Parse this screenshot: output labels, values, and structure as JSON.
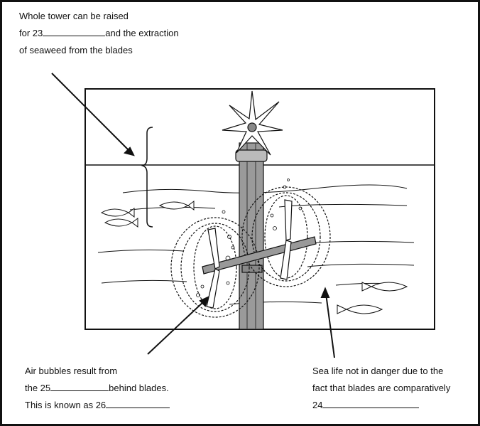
{
  "labels": {
    "top": {
      "line1": "Whole tower can be raised",
      "line2_prefix": "for 23",
      "line2_suffix": "and the extraction",
      "line3": "of seaweed from the blades"
    },
    "bottom_left": {
      "line1": "Air bubbles result from",
      "line2_prefix": "the 25",
      "line2_suffix": "behind blades.",
      "line3_prefix": "This is known as 26"
    },
    "bottom_right": {
      "line1": "Sea life not in danger due to the",
      "line2": "fact that blades are comparatively",
      "line3_prefix": "24"
    }
  },
  "colors": {
    "ink": "#111111",
    "tower": "#9a9a9a",
    "background": "#ffffff"
  }
}
